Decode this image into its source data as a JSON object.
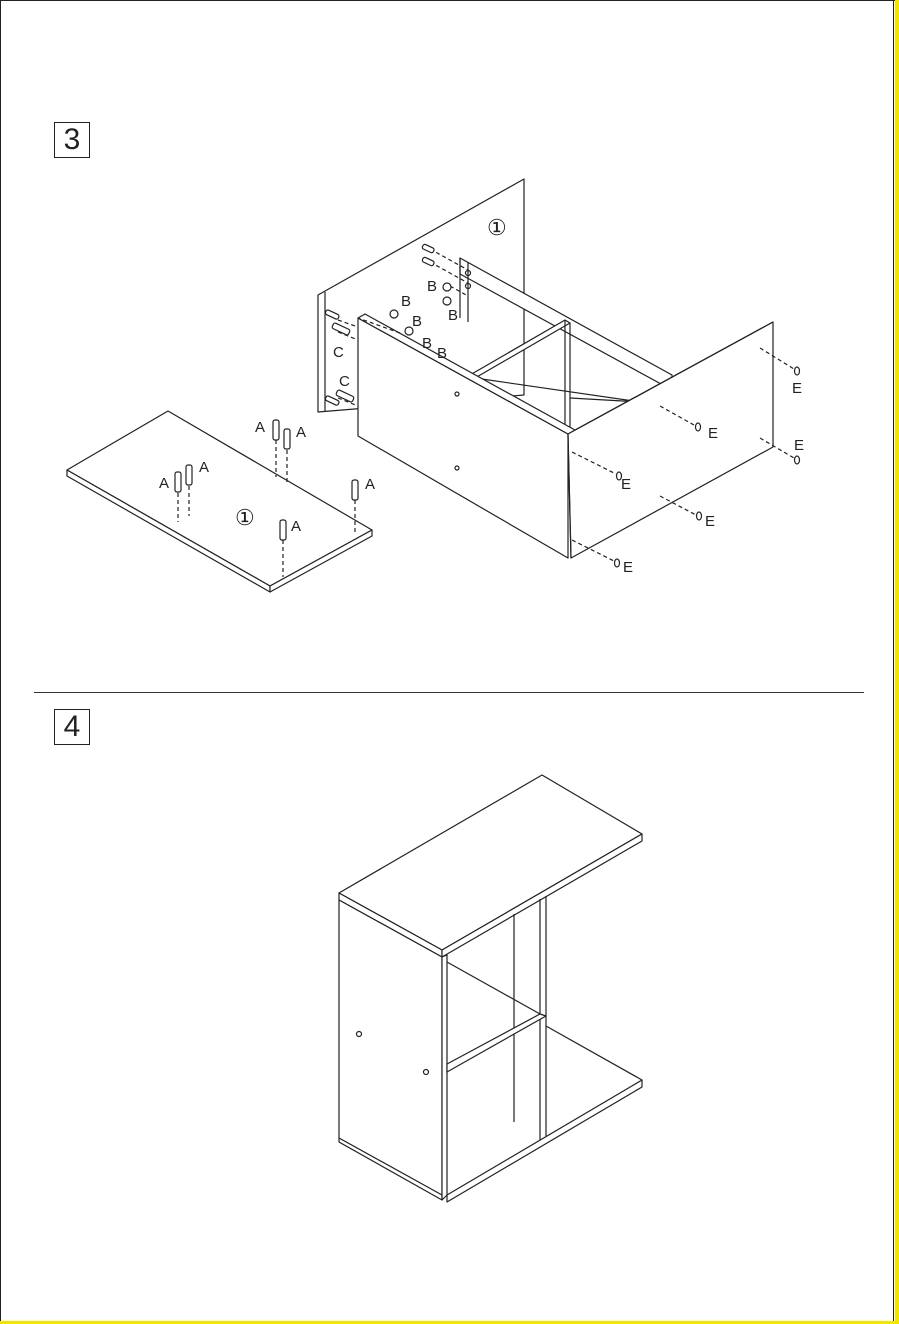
{
  "steps": {
    "step3": {
      "number": "3"
    },
    "step4": {
      "number": "4"
    }
  },
  "labels": {
    "panel1_top": "①",
    "panel1_bottom": "①",
    "A": "A",
    "B": "B",
    "C": "C",
    "E": "E"
  },
  "colors": {
    "line": "#222222",
    "accent_border": "#f2e600"
  }
}
